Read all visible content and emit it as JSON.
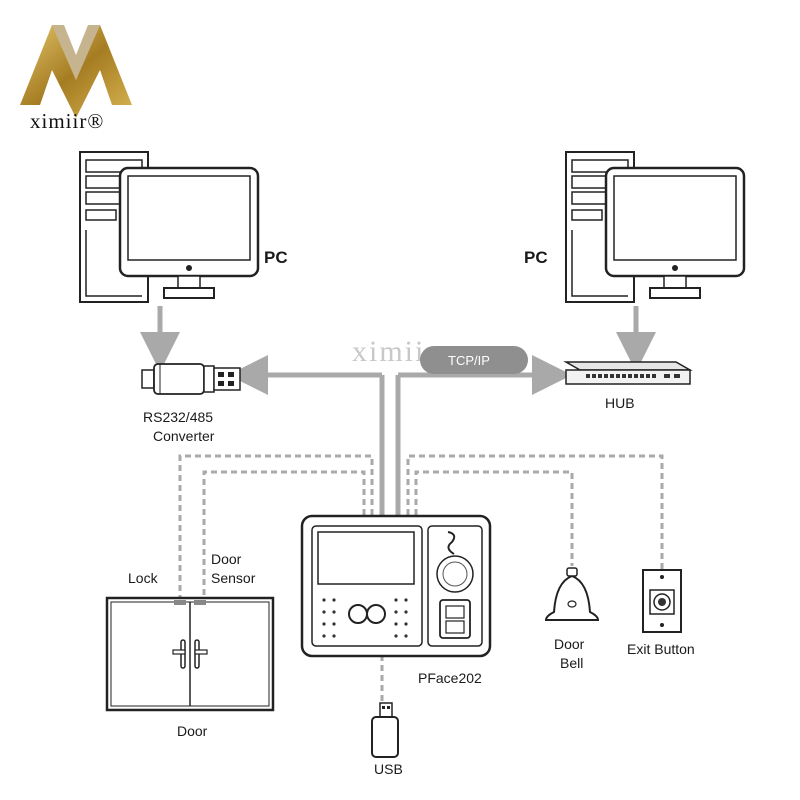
{
  "brand": {
    "name": "ximiir®",
    "watermark": "ximiir"
  },
  "labels": {
    "pc_left": "PC",
    "pc_right": "PC",
    "tcpip": "TCP/IP",
    "hub": "HUB",
    "converter_line1": "RS232/485",
    "converter_line2": "Converter",
    "lock": "Lock",
    "door_sensor_line1": "Door",
    "door_sensor_line2": "Sensor",
    "door": "Door",
    "device": "PFace202",
    "usb": "USB",
    "bell_line1": "Door",
    "bell_line2": "Bell",
    "exit_button": "Exit Button"
  },
  "colors": {
    "gold": "#b8902e",
    "cable": "#a9a9a9",
    "pill": "#8f8f8f"
  }
}
